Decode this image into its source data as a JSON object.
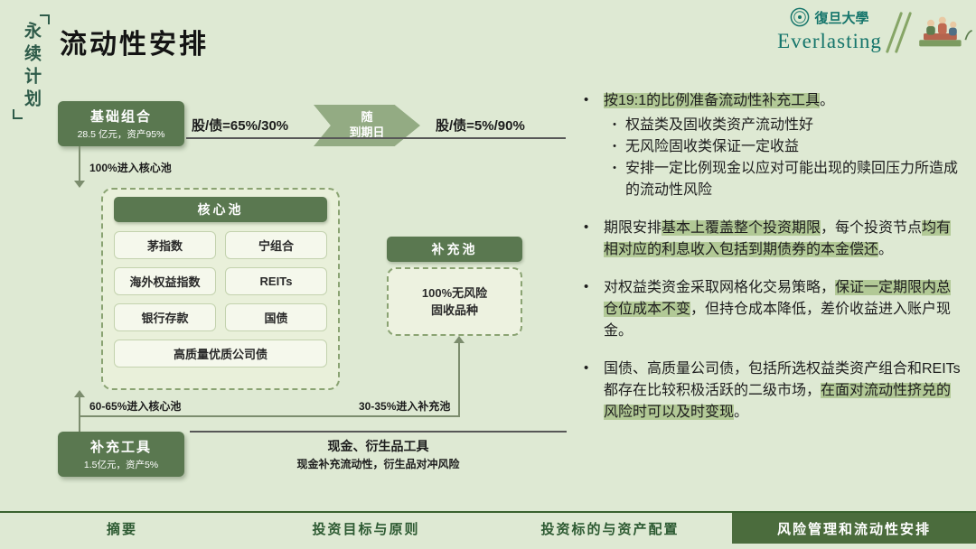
{
  "sidebar": {
    "vertical_title": "永续计划"
  },
  "header": {
    "title": "流动性安排"
  },
  "brand": {
    "university": "復旦大學",
    "name": "Everlasting"
  },
  "diagram": {
    "base_box": {
      "title": "基础组合",
      "subtitle": "28.5 亿元，资产95%"
    },
    "flow": {
      "left": "股/债=65%/30%",
      "chevron": "随\n到期日",
      "right": "股/债=5%/90%"
    },
    "labels": {
      "to_core": "100%进入核心池",
      "to_core_pct": "60-65%进入核心池",
      "to_supp_pct": "30-35%进入补充池"
    },
    "core_pool": {
      "title": "核心池",
      "items": [
        "茅指数",
        "宁组合",
        "海外权益指数",
        "REITs",
        "银行存款",
        "国债",
        "高质量优质公司债"
      ]
    },
    "supp_pool": {
      "title": "补充池",
      "content": "100%无风险\n固收品种"
    },
    "supp_tool": {
      "title": "补充工具",
      "subtitle": "1.5亿元，资产5%"
    },
    "cash_note": {
      "line1": "现金、衍生品工具",
      "line2": "现金补充流动性，衍生品对冲风险"
    }
  },
  "bullets": [
    {
      "segments": [
        {
          "text": "按19:1的比例准备流动性补充工具",
          "hl": true
        },
        {
          "text": "。",
          "hl": false
        }
      ],
      "subitems": [
        "权益类及固收类资产流动性好",
        "无风险固收类保证一定收益",
        "安排一定比例现金以应对可能出现的赎回压力所造成的流动性风险"
      ]
    },
    {
      "segments": [
        {
          "text": "期限安排",
          "hl": false
        },
        {
          "text": "基本上覆盖整个投资期限",
          "hl": true
        },
        {
          "text": "，每个投资节点",
          "hl": false
        },
        {
          "text": "均有相对应的利息收入包括到期债券的本金偿还",
          "hl": true
        },
        {
          "text": "。",
          "hl": false
        }
      ]
    },
    {
      "segments": [
        {
          "text": "对权益类资金采取网格化交易策略，",
          "hl": false
        },
        {
          "text": "保证一定期限内总仓位成本不变",
          "hl": true
        },
        {
          "text": "，但持仓成本降低，差价收益进入账户现金。",
          "hl": false
        }
      ]
    },
    {
      "segments": [
        {
          "text": "国债、高质量公司债，包括所选权益类资产组合和REITs 都存在比较积极活跃的二级市场，",
          "hl": false
        },
        {
          "text": "在面对流动性挤兑的风险时可以及时变现",
          "hl": true
        },
        {
          "text": "。",
          "hl": false
        }
      ]
    }
  ],
  "footer": {
    "tabs": [
      "摘要",
      "投资目标与原则",
      "投资标的与资产配置",
      "风险管理和流动性安排"
    ],
    "active_index": 3
  },
  "colors": {
    "background": "#dee9d3",
    "box_green": "#5a7850",
    "chevron_green": "#93ab83",
    "highlight_green": "#b2c996",
    "brand_teal": "#15756b",
    "footer_active": "#4b6c3d"
  }
}
